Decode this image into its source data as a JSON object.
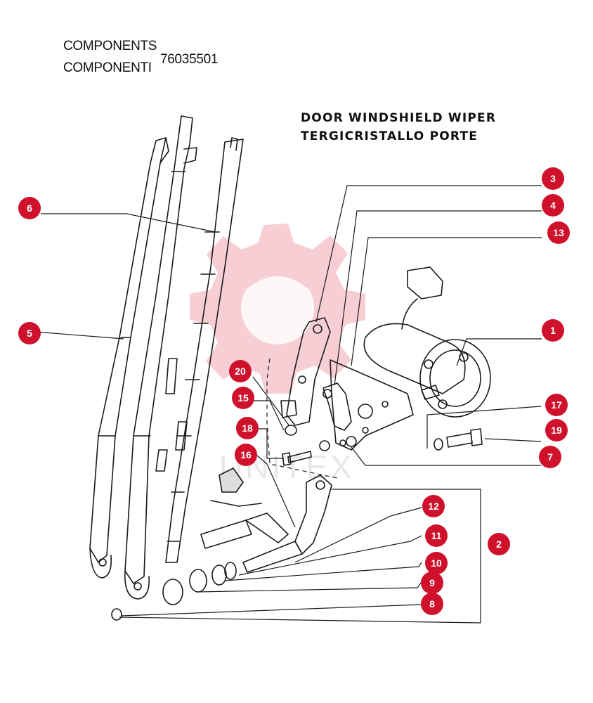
{
  "header": {
    "line1": "COMPONENTS",
    "line2": "COMPONENTI",
    "part_number": "76035501"
  },
  "title": {
    "line1": "DOOR WINDSHIELD WIPER",
    "line2": "TERGICRISTALLO PORTE"
  },
  "watermark": {
    "icon": "gear-logo-icon",
    "text": "UNITEX",
    "color": "#f6c9cf"
  },
  "colors": {
    "callout": "#d0112b",
    "line": "#1a1a1a"
  },
  "callouts": [
    {
      "id": "c1",
      "label": "1"
    },
    {
      "id": "c2",
      "label": "2"
    },
    {
      "id": "c3",
      "label": "3"
    },
    {
      "id": "c4",
      "label": "4"
    },
    {
      "id": "c5",
      "label": "5"
    },
    {
      "id": "c6",
      "label": "6"
    },
    {
      "id": "c7",
      "label": "7"
    },
    {
      "id": "c8",
      "label": "8"
    },
    {
      "id": "c9",
      "label": "9"
    },
    {
      "id": "c10",
      "label": "10"
    },
    {
      "id": "c11",
      "label": "11"
    },
    {
      "id": "c12",
      "label": "12"
    },
    {
      "id": "c13",
      "label": "13"
    },
    {
      "id": "c15",
      "label": "15"
    },
    {
      "id": "c16",
      "label": "16"
    },
    {
      "id": "c17",
      "label": "17"
    },
    {
      "id": "c18",
      "label": "18"
    },
    {
      "id": "c19",
      "label": "19"
    },
    {
      "id": "c20",
      "label": "20"
    }
  ]
}
